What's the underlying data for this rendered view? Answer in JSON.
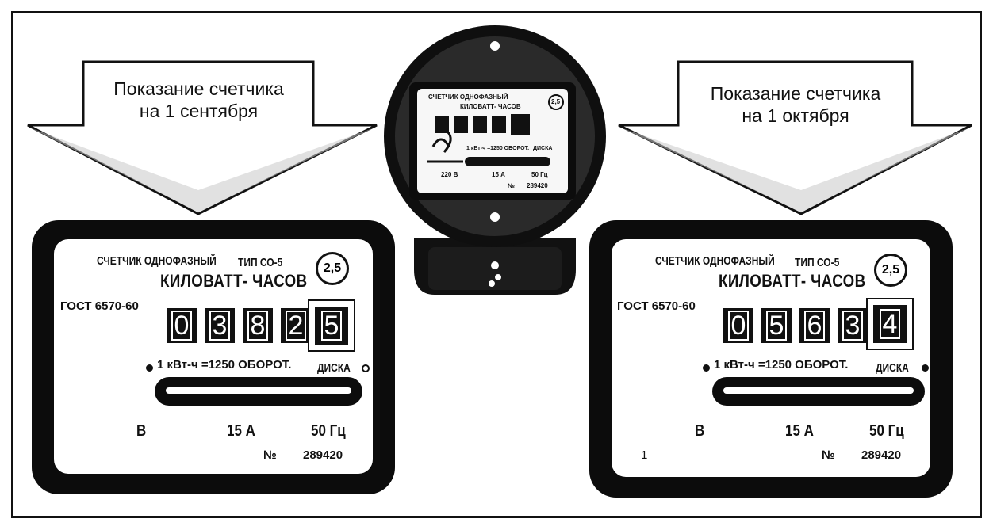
{
  "left_arrow": {
    "line1": "Показание счетчика",
    "line2": "на 1 сентября"
  },
  "right_arrow": {
    "line1": "Показание счетчика",
    "line2": "на 1 октября"
  },
  "left_meter": {
    "header": "СЧЕТЧИК ОДНОФАЗНЫЙ",
    "type": "ТИП СО-5",
    "title": "КИЛОВАТТ- ЧАСОВ",
    "class": "2,5",
    "gost": "ГОСТ 6570-60",
    "digits": [
      "0",
      "3",
      "8",
      "2"
    ],
    "last_digit": "5",
    "rate": "1 кВт-ч =1250 ОБОРОТ.",
    "disk": "ДИСКА",
    "volts": "В",
    "amps": "15 А",
    "freq": "50 Гц",
    "no_label": "№",
    "serial": "289420"
  },
  "right_meter": {
    "header": "СЧЕТЧИК ОДНОФАЗНЫЙ",
    "type": "ТИП СО-5",
    "title": "КИЛОВАТТ- ЧАСОВ",
    "class": "2,5",
    "gost": "ГОСТ 6570-60",
    "digits": [
      "0",
      "5",
      "6",
      "3"
    ],
    "last_digit": "4",
    "rate": "1 кВт-ч =1250 ОБОРОТ.",
    "disk": "ДИСКА",
    "volts": "В",
    "amps": "15 А",
    "freq": "50 Гц",
    "no_label": "№",
    "serial": "289420",
    "mark": "1"
  },
  "center_meter": {
    "header": "СЧЕТЧИК ОДНОФАЗНЫЙ",
    "title": "КИЛОВАТТ- ЧАСОВ",
    "class": "2,5",
    "rate": "1 кВт-ч =1250 ОБОРОТ.",
    "disk": "ДИСКА",
    "volts": "220 В",
    "amps": "15 А",
    "freq": "50 Гц",
    "no_label": "№",
    "serial": "289420"
  }
}
